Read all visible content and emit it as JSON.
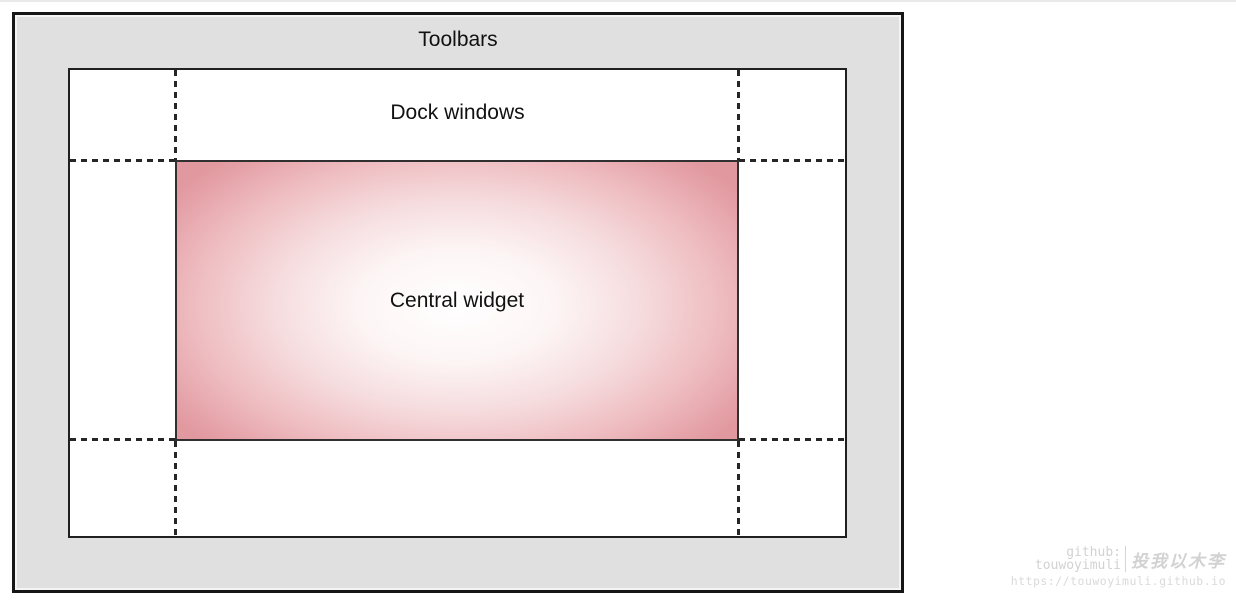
{
  "diagram": {
    "toolbars_label": "Toolbars",
    "dock_windows_label": "Dock windows",
    "central_widget_label": "Central widget"
  },
  "watermark": {
    "github_label": "github:",
    "username": "touwoyimuli",
    "cjk_text": "投我以木李",
    "url": "https://touwoyimuli.github.io"
  },
  "colors": {
    "outer_box_fill": "#e0e0e0",
    "box_border": "#1a1a1a",
    "central_widget_edge": "#e1989f",
    "central_widget_center": "#ffffff",
    "dashed_line": "#262626",
    "watermark_text": "#d2d2d2"
  }
}
